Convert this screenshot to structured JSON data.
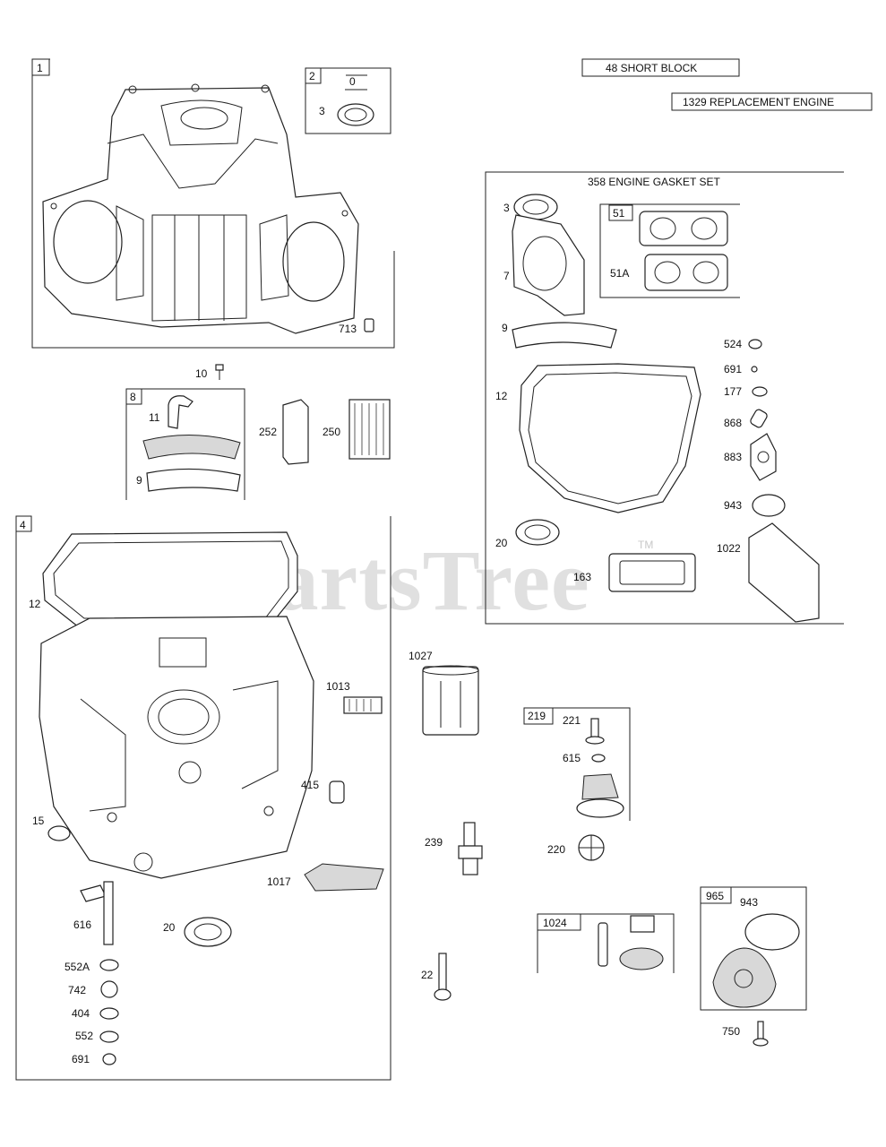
{
  "header": {
    "short_block": "48 SHORT BLOCK",
    "replacement_engine": "1329 REPLACEMENT ENGINE"
  },
  "gasket_set": {
    "title": "358 ENGINE GASKET SET"
  },
  "watermark": {
    "text": "PartsTree",
    "tm": "TM"
  },
  "boxes": {
    "b1": "1",
    "b2": "2",
    "b8": "8",
    "b4": "4",
    "b51": "51",
    "b219": "219",
    "b1024": "1024",
    "b965": "965"
  },
  "labels": {
    "p0": "0",
    "p3a": "3",
    "p713": "713",
    "p10": "10",
    "p11": "11",
    "p9a": "9",
    "p252": "252",
    "p250": "250",
    "p3b": "3",
    "p7": "7",
    "p51A": "51A",
    "p9b": "9",
    "p524": "524",
    "p691a": "691",
    "p177": "177",
    "p12a": "12",
    "p868": "868",
    "p883": "883",
    "p943a": "943",
    "p20a": "20",
    "p163": "163",
    "p1022": "1022",
    "p12b": "12",
    "p1027": "1027",
    "p1013": "1013",
    "p221": "221",
    "p615": "615",
    "p415": "415",
    "p15": "15",
    "p239": "239",
    "p220": "220",
    "p1017": "1017",
    "p616": "616",
    "p20b": "20",
    "p943b": "943",
    "p552A": "552A",
    "p742": "742",
    "p22": "22",
    "p404": "404",
    "p552": "552",
    "p691b": "691",
    "p750": "750"
  }
}
